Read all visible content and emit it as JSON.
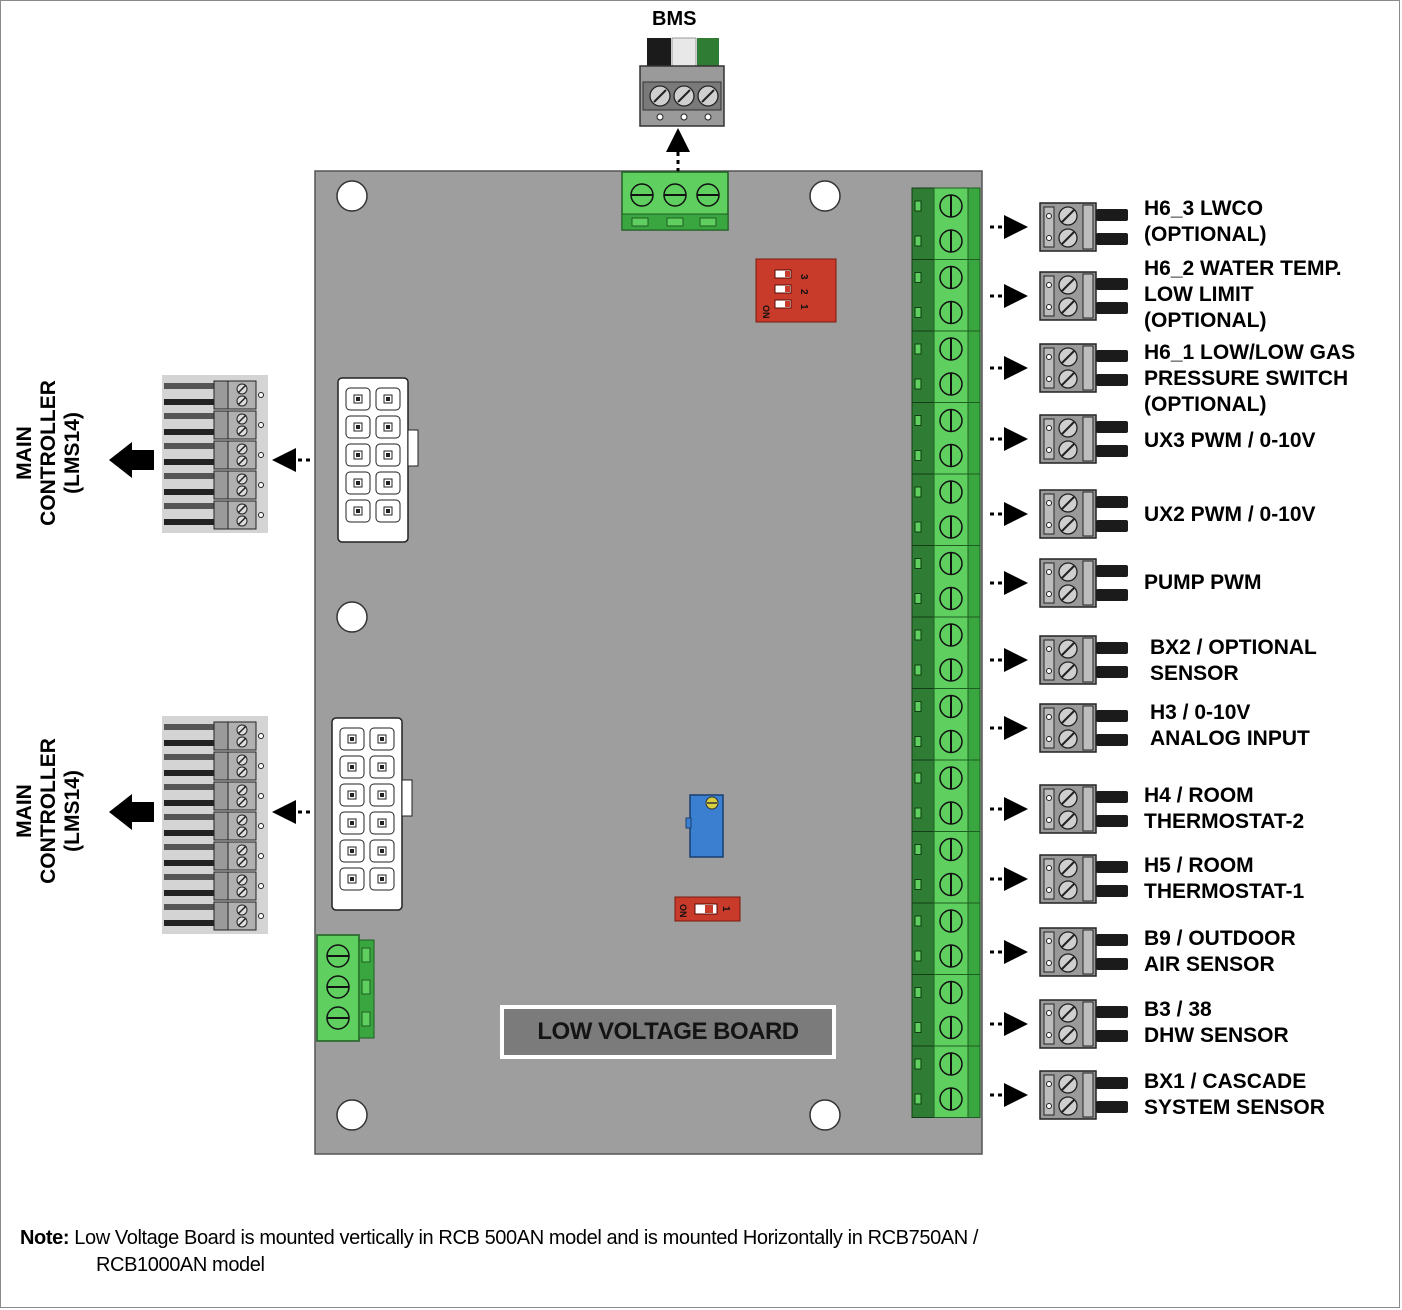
{
  "top_connector": {
    "label": "BMS"
  },
  "board": {
    "title": "LOW VOLTAGE BOARD"
  },
  "main_controllers": [
    {
      "line1": "MAIN",
      "line2": "CONTROLLER",
      "line3": "(LMS14)"
    },
    {
      "line1": "MAIN",
      "line2": "CONTROLLER",
      "line3": "(LMS14)"
    }
  ],
  "dip_switch_top": {
    "numbers": [
      "3",
      "2",
      "1"
    ],
    "on_label": "ON"
  },
  "dip_switch_bottom": {
    "numbers": [
      "1"
    ],
    "on_label": "ON"
  },
  "terminals": [
    {
      "line1": "H6_3  LWCO",
      "line2": "(OPTIONAL)",
      "line3": ""
    },
    {
      "line1": "H6_2  WATER TEMP.",
      "line2": "LOW LIMIT",
      "line3": "(OPTIONAL)"
    },
    {
      "line1": "H6_1 LOW/LOW GAS",
      "line2": "PRESSURE SWITCH",
      "line3": "(OPTIONAL)"
    },
    {
      "line1": "UX3 PWM / 0-10V",
      "line2": "",
      "line3": ""
    },
    {
      "line1": "UX2 PWM / 0-10V",
      "line2": "",
      "line3": ""
    },
    {
      "line1": "PUMP PWM",
      "line2": "",
      "line3": ""
    },
    {
      "line1": "BX2 / OPTIONAL",
      "line2": "SENSOR",
      "line3": ""
    },
    {
      "line1": "H3 / 0-10V",
      "line2": "ANALOG INPUT",
      "line3": ""
    },
    {
      "line1": "H4 / ROOM",
      "line2": "THERMOSTAT-2",
      "line3": ""
    },
    {
      "line1": "H5 / ROOM",
      "line2": "THERMOSTAT-1",
      "line3": ""
    },
    {
      "line1": "B9 / OUTDOOR",
      "line2": "AIR SENSOR",
      "line3": ""
    },
    {
      "line1": "B3 / 38",
      "line2": "DHW SENSOR",
      "line3": ""
    },
    {
      "line1": "BX1 / CASCADE",
      "line2": "SYSTEM SENSOR",
      "line3": ""
    }
  ],
  "note": {
    "label": "Note:",
    "text1": "Low Voltage Board is  mounted vertically in RCB 500AN model and is mounted Horizontally in RCB750AN /",
    "text2": "RCB1000AN model"
  },
  "colors": {
    "board": "#9e9e9e",
    "terminal_green": "#5fd05f",
    "terminal_dark": "#2f7d34",
    "dip_red": "#c83a2a",
    "pot_blue": "#3a7fd0"
  }
}
